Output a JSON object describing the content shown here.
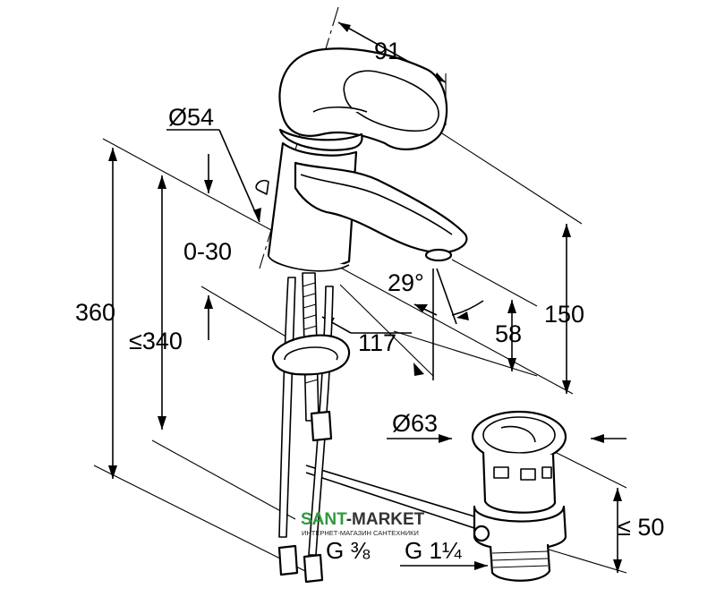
{
  "dimensions": {
    "spout_reach": "91",
    "body_diameter": "Ø54",
    "lever_travel": "0-30",
    "total_height": "360",
    "max_height": "≤340",
    "spout_angle": "29°",
    "spout_height": "150",
    "outlet_height": "58",
    "inner_height": "117",
    "waste_diameter": "Ø63",
    "waste_height": "≤ 50"
  },
  "connections": {
    "supply_thread": "G ⅜",
    "waste_thread": "G 1¼"
  },
  "watermark": {
    "brand_prefix": "SANT",
    "brand_suffix": "-MARKET",
    "tagline": "ИНТЕРНЕТ-МАГАЗИН САНТЕХНИКИ"
  }
}
